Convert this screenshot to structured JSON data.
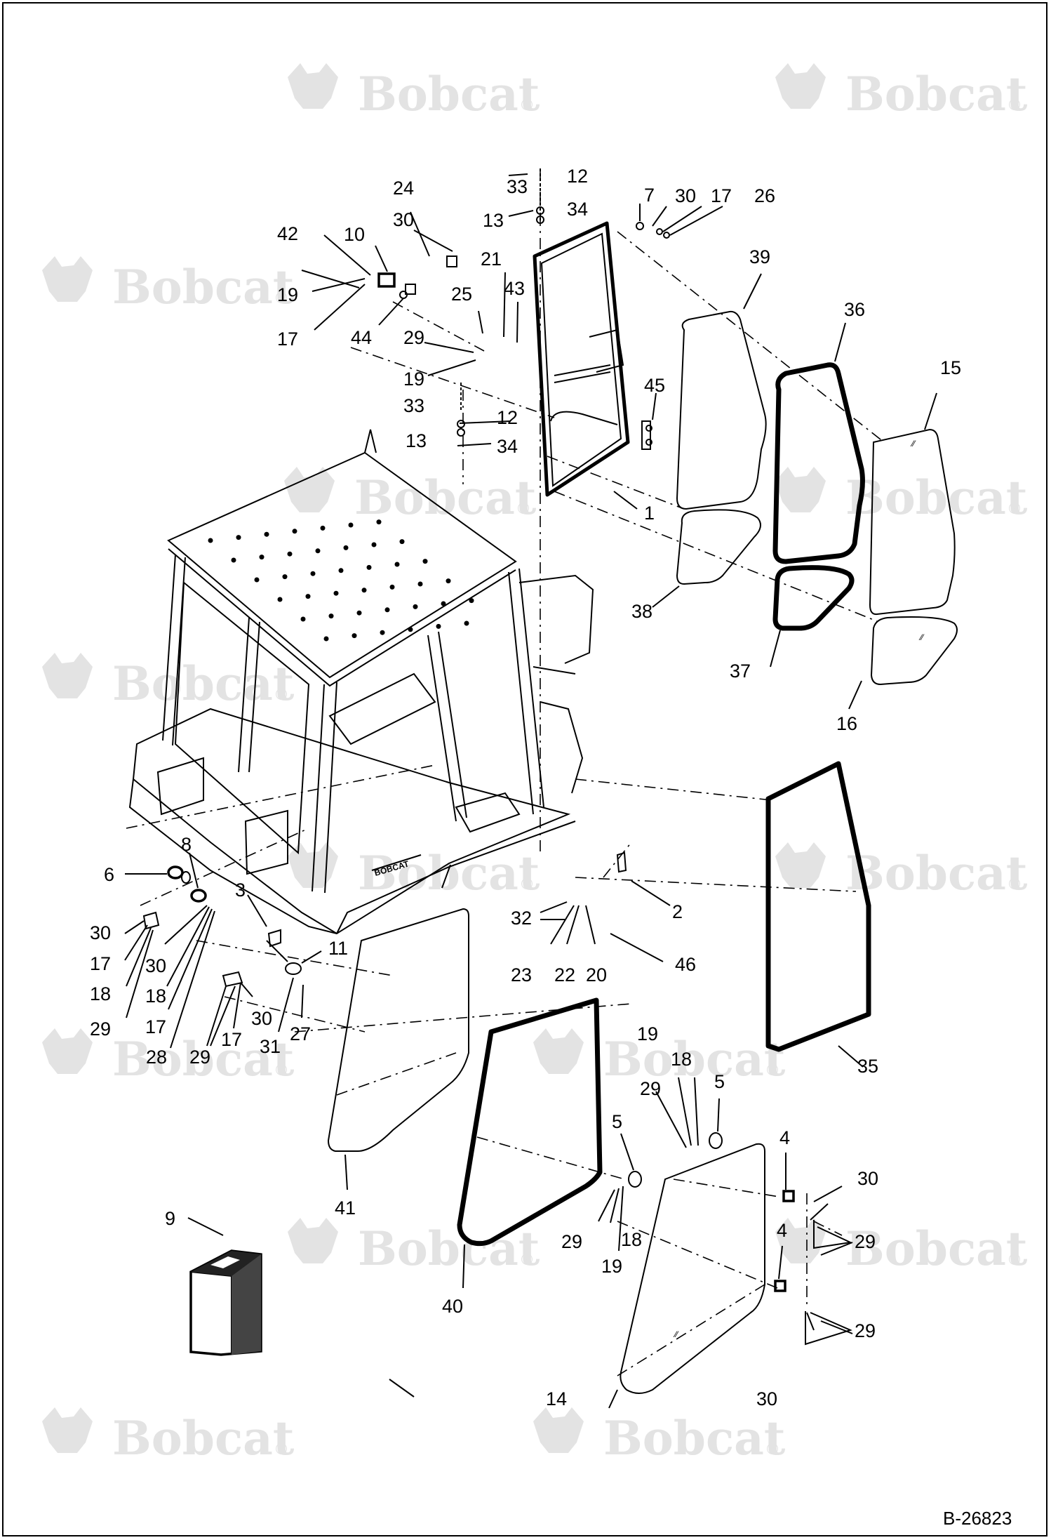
{
  "watermark": {
    "brand": "Bobcat",
    "mark": "®",
    "color": "#e3e3e3"
  },
  "drawing_id": "B-26823",
  "callouts": [
    "1",
    "2",
    "3",
    "4",
    "5",
    "6",
    "7",
    "8",
    "9",
    "10",
    "11",
    "12",
    "13",
    "14",
    "15",
    "16",
    "17",
    "18",
    "19",
    "20",
    "21",
    "22",
    "23",
    "24",
    "25",
    "26",
    "27",
    "28",
    "29",
    "30",
    "31",
    "32",
    "33",
    "34",
    "35",
    "36",
    "37",
    "38",
    "39",
    "40",
    "41",
    "42",
    "43",
    "44",
    "45",
    "46"
  ]
}
